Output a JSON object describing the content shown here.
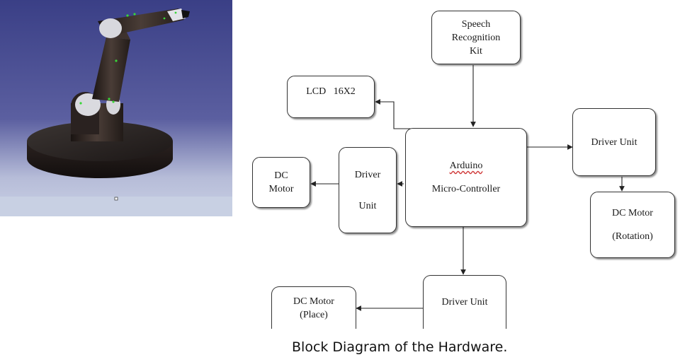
{
  "diagram": {
    "speech_kit": [
      "Speech",
      "Recognition",
      "Kit"
    ],
    "lcd": "LCD   16X2",
    "arduino": [
      "Arduino",
      "Micro-Controller"
    ],
    "driver_left": [
      "Driver",
      "Unit"
    ],
    "dc_motor_left": [
      "DC",
      "Motor"
    ],
    "driver_right": "Driver Unit",
    "dc_motor_rotation": [
      "DC Motor",
      "(Rotation)"
    ],
    "driver_bottom": "Driver Unit",
    "dc_motor_place": [
      "DC Motor",
      "(Place)"
    ]
  },
  "caption": "Block Diagram of the Hardware."
}
